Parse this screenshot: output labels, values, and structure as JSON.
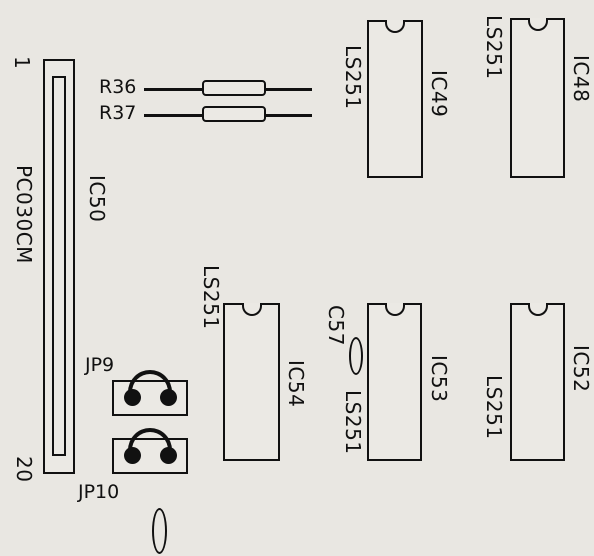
{
  "ic50": {
    "designator": "IC50",
    "type": "PC030CM",
    "pin_first": "1",
    "pin_last": "20"
  },
  "ic49": {
    "designator": "IC49",
    "type": "LS251"
  },
  "ic48": {
    "designator": "IC48",
    "type": "LS251"
  },
  "ic54": {
    "designator": "IC54",
    "type": "LS251"
  },
  "ic53": {
    "designator": "IC53",
    "type": "LS251"
  },
  "ic52": {
    "designator": "IC52",
    "type": "LS251"
  },
  "r36": {
    "designator": "R36"
  },
  "r37": {
    "designator": "R37"
  },
  "c57": {
    "designator": "C57"
  },
  "jp9": {
    "designator": "JP9"
  },
  "jp10": {
    "designator": "JP10"
  }
}
